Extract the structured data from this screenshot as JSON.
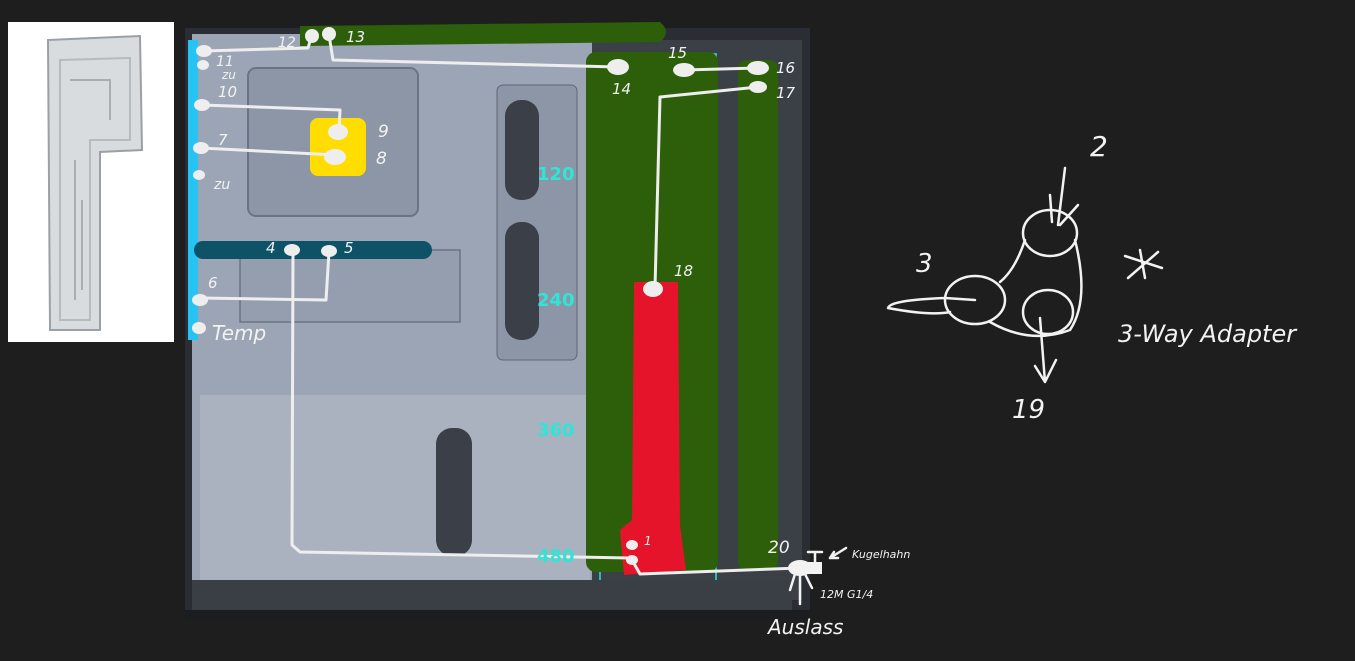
{
  "canvas": {
    "background": "#1e1e1e"
  },
  "colors": {
    "distro_plate": "#25c4f5",
    "gpu_block": "#0d5266",
    "cpu_block": "#ffdd00",
    "radiator": "#2d5e0a",
    "reservoir": "#e5142a",
    "tube": "#eeeeee",
    "radiator_length_text": "#2ee6d6"
  },
  "thumbnail": {
    "name": "distro-plate-product-image"
  },
  "ports": {
    "p1": "1",
    "p4": "4",
    "p5": "5",
    "p6": "6",
    "p7": "7",
    "p8": "8",
    "p9": "9",
    "p10": "10",
    "p11": "11",
    "p12": "12",
    "p13": "13",
    "p14": "14",
    "p15": "15",
    "p16": "16",
    "p17": "17",
    "p18": "18",
    "p20": "20",
    "zu_top": "zu",
    "zu_mid": "zu",
    "temp": "Temp"
  },
  "radiator_lengths": [
    "120",
    "240",
    "360",
    "480"
  ],
  "annotations": {
    "ball_valve": "Kugelhahn",
    "fitting": "12M G1/4",
    "outlet": "Auslass"
  },
  "adapter_sketch": {
    "port_top": "2",
    "port_left": "3",
    "port_bottom": "19",
    "star": "*",
    "label": "3-Way Adapter"
  }
}
